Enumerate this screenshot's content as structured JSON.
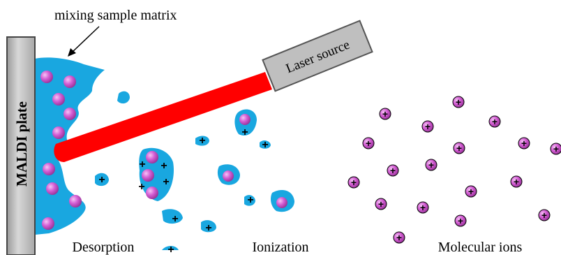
{
  "labels": {
    "matrix": "mixing sample matrix",
    "plate": "MALDI plate",
    "laser": "Laser source",
    "desorption": "Desorption",
    "ionization": "Ionization",
    "molecular_ions": "Molecular ions"
  },
  "symbols": {
    "plus": "+"
  },
  "colors": {
    "plate_fill": "#bfbfbf",
    "matrix_blue": "#19a7e0",
    "laser_red": "#ff0000",
    "ion_magenta": "#d45ed4"
  }
}
